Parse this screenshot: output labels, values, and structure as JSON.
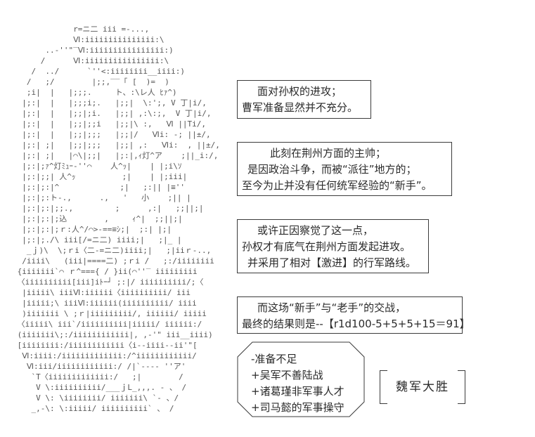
{
  "colors": {
    "background": "#ffffff",
    "text": "#2a2a2a",
    "ascii_art": "#555555",
    "box_border": "#3b3b3b"
  },
  "ascii_art": {
    "lines": [
      "             r=ニ二 iii =-...,",
      "             Ⅵ:iiiiiiiiiiiiiii:\\",
      "       ..-''\"‾Ⅵ:iiiiiiiiiiiiiiii:)",
      "      /      Ⅵ:iiiiiiiiiiiiiiii:\\",
      "    /  ../      `''<:iiiiiiii__iiii:)",
      "   /   ;/        |;;,‾‾「 [  )=  )",
      "   ;i|  |   |;;;.     ト、:\\レ人 ﾋｧ^)",
      "  |;:|  |   |;;;i;.   |;;|  \\:';, V 丁|i/,",
      "  |;:|  |   |;;|;i.   |;;| ,:\\:;,  V 丁|i/,",
      "  |;:|  |   |;;|;;i   |;;|\\ :,   Ⅵ ||Ti/,",
      "  |;:|  |   |;;|;;;   |;;|/   Ⅵi: -; ||±/,",
      "  |;:| ;|   |;;|;;;   |;;| ,:   Ⅵi:  , ||±/,",
      "  |;:| ;|   |⌒\\|;;|   |;:|,ｨ灯^ア    ;||_i:/,",
      "  |;:|;ｧ^灯ﾐｭｰ-''⌒    人^ｯ|    | |;i\\ｿ",
      "  |;:|;;| 人^ｯ          ;|    | |;iii|",
      "  |;:|;:|^             ;|   ;:|| |≡''",
      "  |;:|;:ト-.,      .,   '   小    ;|| |",
      "  |;:|;:|;;.,         ;      ,:|   ;;||;|",
      "  |;:|;:|;込        ,     ｨ^|  ;;||;|",
      "  |;:|;:|;ｒ:人^/⌒>-==≡ｼ;|  ;:| |;|",
      "  |;:|;./\\ iii[/=ニ二) iiii;|   ;|_ |",
      "   _ｊ)\\  \\;ｒi〈二-=ニ二)iiii;|   ;|iiｒ-..,",
      "  /iiii\\   (iii|====二) ;ｒi /   ;:/iiiiiiii",
      " {iiiiiii`⌒ ｒ^==={ / }ii(⌒''‾ iiiiiiiii",
      " 〈iiiiiiiiii[iii]iﾄｰ┘ ;:|/ iiiiiiiiii/;〈",
      "  |iiiii\\ iiiⅥ:iiiiii〈iiiiiiiiii/ iii",
      "  |iiiii;\\ iiiⅥ:iiiiii(iiiiiiiiii/ iiii",
      "  )iiiiiii \\ ;ｒ|iiiiiiiii/, iiiiii/ iiiii",
      " 〈iiiii\\ iii`/iiiiiiiiii|iiiii/ iiiiii:/",
      " (iiiiiii\\;:/iiiiiiiiiiii|, ,-'\" iii__iiii)",
      " [iiiiiiii:/iiiiiiiiiiii〈i--iiii--ii'\"[",
      "  Ⅵ:iiii:/iiiiiiiiiiiii:/^iiiiiiiiiiii/",
      "   Ⅵ:iii/iiiiiiiiiiii:/ /|`---- ''ア'",
      "    `T〈iiiiiiiiiiiii:/   ;|        /",
      "     V \\:iiiiiiiiii/___ｊL_,,,. - 、 /",
      "     V \\: \\iiiiiiii/ iiiiiii\\ `- 、/",
      "    _,-\\: \\:iiiii/ iiiiiiiiii` 、 /"
    ]
  },
  "dialogs": [
    {
      "lines": [
        "面对孙权的进攻；",
        "曹军准备显然并不充分。"
      ]
    },
    {
      "lines": [
        "此刻在荆州方面的主帅；",
        "是因政治斗争，而被“派往”地方的；",
        "至今为止并没有任何统军经验的“新手”。"
      ]
    },
    {
      "lines": [
        "或许正因察觉了这一点，",
        "孙权才有底气在荆州方面发起进攻。",
        "并采用了相对【激进】的行军路线。"
      ]
    },
    {
      "lines": [
        "而这场“新手”与“老手”的交战，",
        "最终的结果则是--【r1d100-5+5+5+15＝91】"
      ]
    }
  ],
  "modifiers": {
    "lines": [
      "-准备不足",
      "+吴军不善陆战",
      "+诸葛瑾非军事人才",
      "+司马懿的军事操守"
    ]
  },
  "result": {
    "label": "魏军大胜"
  }
}
